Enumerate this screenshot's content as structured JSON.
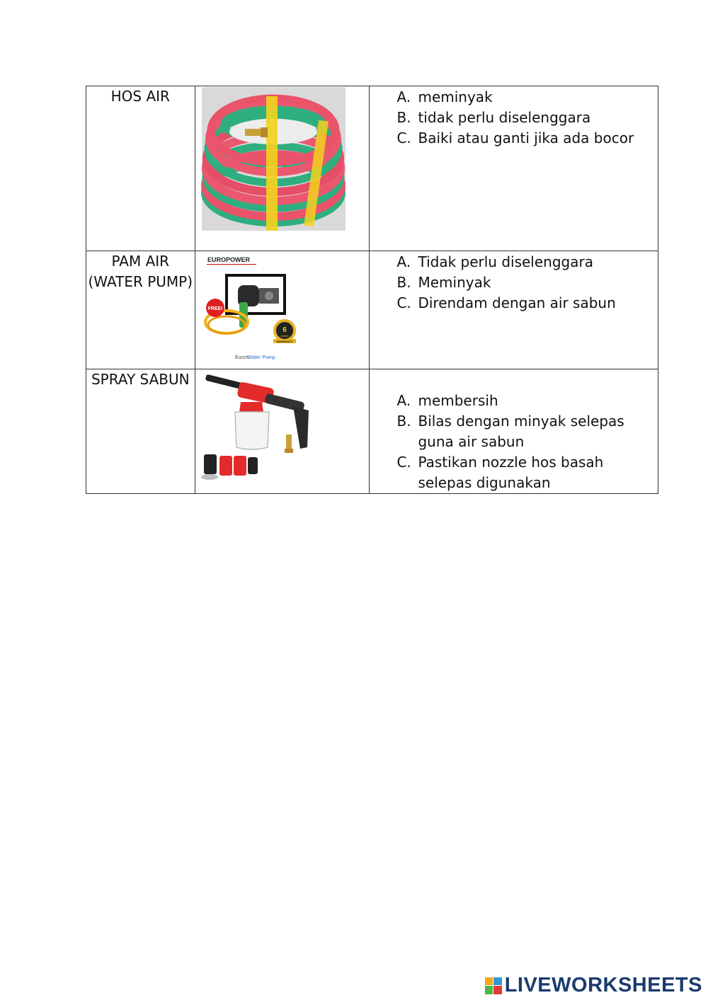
{
  "rows": [
    {
      "name": "HOS AIR",
      "image": "garden-hose-photo",
      "options": [
        {
          "letter": "A.",
          "text": "meminyak"
        },
        {
          "letter": "B.",
          "text": "tidak perlu diselenggara"
        },
        {
          "letter": "C.",
          "text": "Baiki atau ganti jika ada bocor"
        }
      ]
    },
    {
      "name": "PAM AIR (WATER PUMP)",
      "image": "water-pump-photo",
      "image_text": {
        "brand": "EUROPOWER",
        "free": "FREE!",
        "warranty_num": "6",
        "warranty_unit": "month",
        "warranty_word": "WARRANTY",
        "caption_a": "EuroX",
        "caption_b": "Water Pump"
      },
      "options": [
        {
          "letter": "A.",
          "text": "Tidak perlu diselenggara"
        },
        {
          "letter": "B.",
          "text": "Meminyak"
        },
        {
          "letter": "C.",
          "text": "Direndam dengan air sabun"
        }
      ]
    },
    {
      "name": "SPRAY SABUN",
      "image": "foam-spray-gun-photo",
      "options": [
        {
          "letter": "A.",
          "text": "membersih"
        },
        {
          "letter": "B.",
          "text": "Bilas dengan minyak selepas guna air sabun"
        },
        {
          "letter": "C.",
          "text": "Pastikan  nozzle hos basah selepas digunakan"
        }
      ]
    }
  ],
  "footer": {
    "brand": "LIVEWORKSHEETS",
    "colors": {
      "text": "#1a3b6e",
      "mark": [
        "#f7a81b",
        "#2e9bd6",
        "#4cb648",
        "#e53935"
      ]
    }
  }
}
